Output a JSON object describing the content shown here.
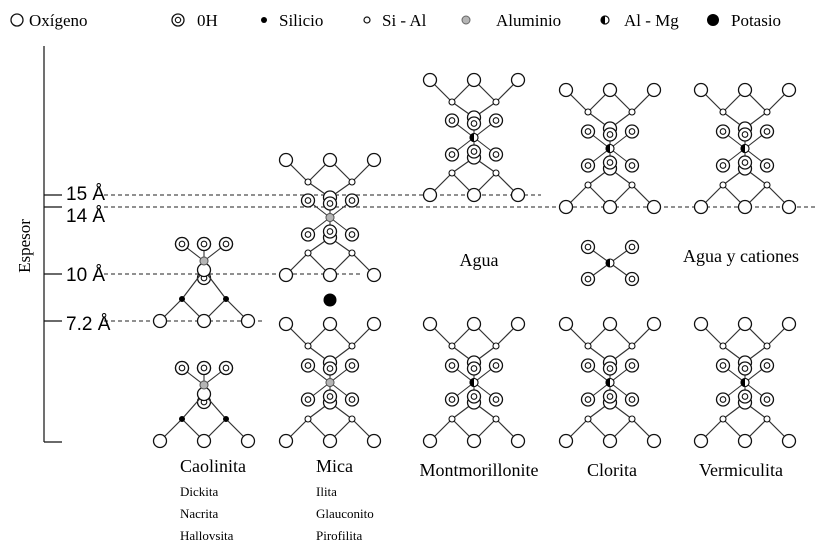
{
  "legend": [
    {
      "symbol": "oxygen",
      "label": "Oxígeno"
    },
    {
      "symbol": "hydroxyl",
      "label": "0H"
    },
    {
      "symbol": "silicon",
      "label": "Silicio"
    },
    {
      "symbol": "si-al",
      "label": "Si - Al"
    },
    {
      "symbol": "aluminum",
      "label": "Aluminio"
    },
    {
      "symbol": "al-mg",
      "label": "Al - Mg"
    },
    {
      "symbol": "potassium",
      "label": "Potasio"
    }
  ],
  "axis": {
    "label": "Espesor",
    "ticks": [
      {
        "key": "15",
        "label": "15 Å"
      },
      {
        "key": "14",
        "label": "14 Å"
      },
      {
        "key": "10",
        "label": "10 Å"
      },
      {
        "key": "7.2",
        "label": "7.2 Å"
      }
    ]
  },
  "interlayers": {
    "agua": "Agua",
    "agua_cationes": "Agua y cationes"
  },
  "minerals": [
    {
      "key": "caolinita",
      "name": "Caolinita",
      "subtypes": [
        "Dickita",
        "Nacrita",
        "Hallovsita"
      ]
    },
    {
      "key": "mica",
      "name": "Mica",
      "subtypes": [
        "Ilita",
        "Glauconito",
        "Pirofilita"
      ]
    },
    {
      "key": "montmorillonite",
      "name": "Montmorillonite",
      "subtypes": []
    },
    {
      "key": "clorita",
      "name": "Clorita",
      "subtypes": []
    },
    {
      "key": "vermiculita",
      "name": "Vermiculita",
      "subtypes": []
    }
  ],
  "colors": {
    "ink": "#111111",
    "bond": "#333333",
    "fill_gray": "#b5b5b5",
    "black": "#000000"
  }
}
